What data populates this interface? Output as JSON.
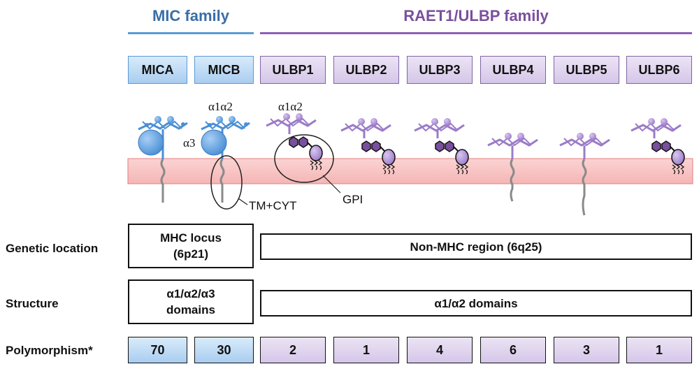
{
  "families": {
    "mic": {
      "title": "MIC family",
      "color": "#3a6ea5",
      "line_color": "#5b9bd5"
    },
    "raet": {
      "title": "RAET1/ULBP family",
      "color": "#7a4f9e",
      "line_color": "#8e5fb5"
    }
  },
  "genes": [
    "MICA",
    "MICB",
    "ULBP1",
    "ULBP2",
    "ULBP3",
    "ULBP4",
    "ULBP5",
    "ULBP6"
  ],
  "diagram_labels": {
    "mic_a1a2": "α1α2",
    "a3": "α3",
    "ulbp_a1a2": "α1α2",
    "tm_cyt": "TM+CYT",
    "gpi": "GPI"
  },
  "rows": {
    "genetic_location": {
      "label": "Genetic location",
      "mic_line1": "MHC locus",
      "mic_line2": "(6p21)",
      "raet": "Non-MHC region (6q25)"
    },
    "structure": {
      "label": "Structure",
      "mic_line1": "α1/α2/α3",
      "mic_line2": "domains",
      "raet": "α1/α2 domains"
    },
    "polymorphism": {
      "label": "Polymorphism*",
      "values": [
        "70",
        "30",
        "2",
        "1",
        "4",
        "6",
        "3",
        "1"
      ]
    }
  },
  "colors": {
    "mic_blue": "#5b9bd5",
    "ulbp_purple": "#9b7bc8",
    "membrane": "#f9c8c8"
  }
}
